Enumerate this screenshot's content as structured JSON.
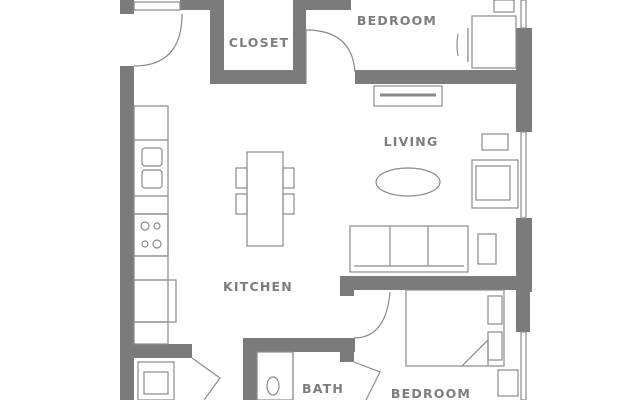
{
  "colors": {
    "wall": "#7b7b7b",
    "line": "#8a8a8a",
    "text": "#7d7d7d",
    "background": "#ffffff"
  },
  "rooms": {
    "bedroom_top": "BEDROOM",
    "closet": "CLOSET",
    "living": "LIVING",
    "kitchen": "KITCHEN",
    "bath": "BATH",
    "bedroom_bottom": "BEDROOM"
  }
}
